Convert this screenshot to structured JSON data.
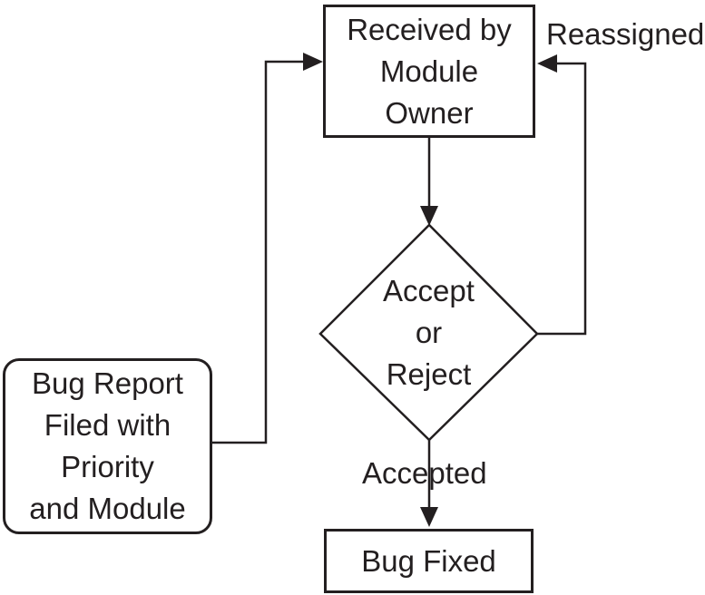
{
  "diagram": {
    "title_semantic": "bug-report-workflow-flowchart",
    "colors": {
      "background": "#ffffff",
      "line": "#231f20",
      "node_fill": "#ffffff"
    },
    "nodes": {
      "received": {
        "label": "Received by\nModule\nOwner",
        "shape": "rectangle"
      },
      "bug_report": {
        "label": "Bug Report\nFiled with\nPriority\nand Module",
        "shape": "rounded-rectangle"
      },
      "decision": {
        "label": "Accept\nor\nReject",
        "shape": "diamond"
      },
      "bug_fixed": {
        "label": "Bug Fixed",
        "shape": "rectangle"
      }
    },
    "edges": [
      {
        "from": "bug_report",
        "to": "received",
        "label": ""
      },
      {
        "from": "received",
        "to": "decision",
        "label": ""
      },
      {
        "from": "decision",
        "to": "received",
        "label": "Reassigned"
      },
      {
        "from": "decision",
        "to": "bug_fixed",
        "label": "Accepted"
      }
    ],
    "edge_labels": {
      "reassigned": "Reassigned",
      "accepted": "Accepted"
    }
  }
}
